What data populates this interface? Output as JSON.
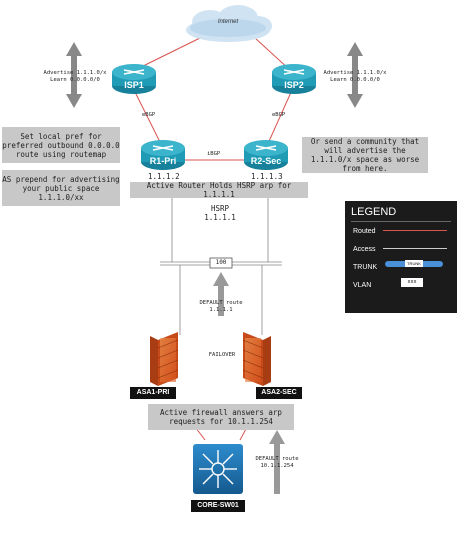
{
  "cloud": {
    "label": "Internet"
  },
  "routers": {
    "isp1": "ISP1",
    "isp2": "ISP2",
    "r1": "R1-Pri",
    "r2": "R2-Sec"
  },
  "advertise_left": [
    "Advertise 1.1.1.0/x",
    "Learn 0.0.0.0/0"
  ],
  "advertise_right": [
    "Advertise 1.1.1.0/x",
    "Learn 0.0.0.0/0"
  ],
  "links": {
    "ebgp_left": "eBGP",
    "ebgp_right": "eBGP",
    "ibgp": "iBGP"
  },
  "ip_r1": "1.1.1.2",
  "ip_r2": "1.1.1.3",
  "notes": {
    "local_pref": "Set local pref for preferred outbound 0.0.0.0 route using routemap",
    "as_prepend": "AS prepend for advertising your public space 1.1.1.0/xx",
    "community": "Or send a community that will advertise the 1.1.1.0/x space as worse from here.",
    "active_router": "Active Router Holds HSRP arp for 1.1.1.1",
    "active_fw": "Active firewall answers arp requests for 10.1.1.254"
  },
  "hsrp": {
    "label": "HSRP",
    "ip": "1.1.1.1"
  },
  "vlan_tag": "100",
  "default_route_top": [
    "DEFAULT route",
    "1.1.1.1"
  ],
  "failover": "FAILOVER",
  "firewalls": {
    "pri": "ASA1-PRI",
    "sec": "ASA2-SEC"
  },
  "default_route_bottom": [
    "DEFAULT route",
    "10.1.1.254"
  ],
  "switch": "CORE-SW01",
  "legend": {
    "title": "LEGEND",
    "routed": "Routed",
    "access": "Access",
    "trunk": "TRUNK",
    "trunk_tag": "TRUNK",
    "vlan": "VLAN",
    "vlan_tag": "xxx"
  },
  "colors": {
    "router": "#1f9bb5",
    "routed_line": "#d9534f",
    "firewall": "#e8692a",
    "switch": "#1a6fa8",
    "trunk": "#4a90d9"
  }
}
